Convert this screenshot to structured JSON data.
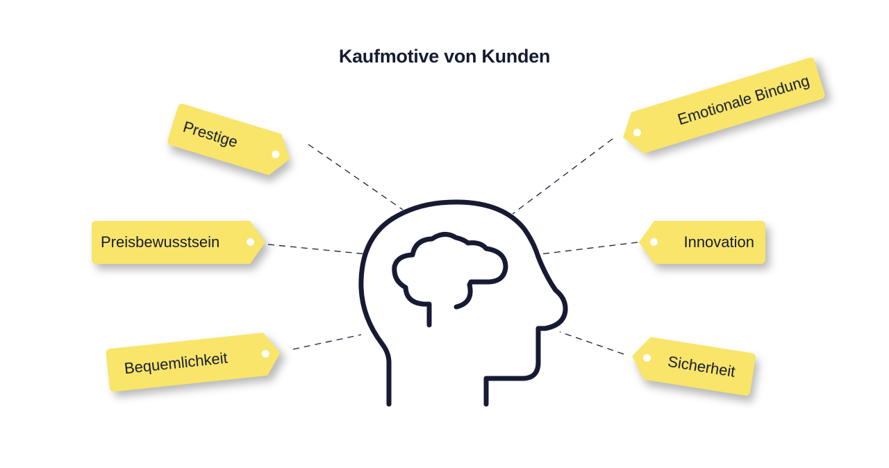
{
  "title": "Kaufmotive von Kunden",
  "colors": {
    "tag_fill": "#f8e56a",
    "ink": "#161b33",
    "background": "#ffffff"
  },
  "center_icon": "head-with-brain-icon",
  "tags": [
    {
      "id": "prestige",
      "label": "Prestige",
      "side": "left",
      "position": "top"
    },
    {
      "id": "preisbewusstsein",
      "label": "Preisbewusstsein",
      "side": "left",
      "position": "middle"
    },
    {
      "id": "bequemlichkeit",
      "label": "Bequemlichkeit",
      "side": "left",
      "position": "bottom"
    },
    {
      "id": "emotionale-bindung",
      "label": "Emotionale Bindung",
      "side": "right",
      "position": "top"
    },
    {
      "id": "innovation",
      "label": "Innovation",
      "side": "right",
      "position": "middle"
    },
    {
      "id": "sicherheit",
      "label": "Sicherheit",
      "side": "right",
      "position": "bottom"
    }
  ]
}
